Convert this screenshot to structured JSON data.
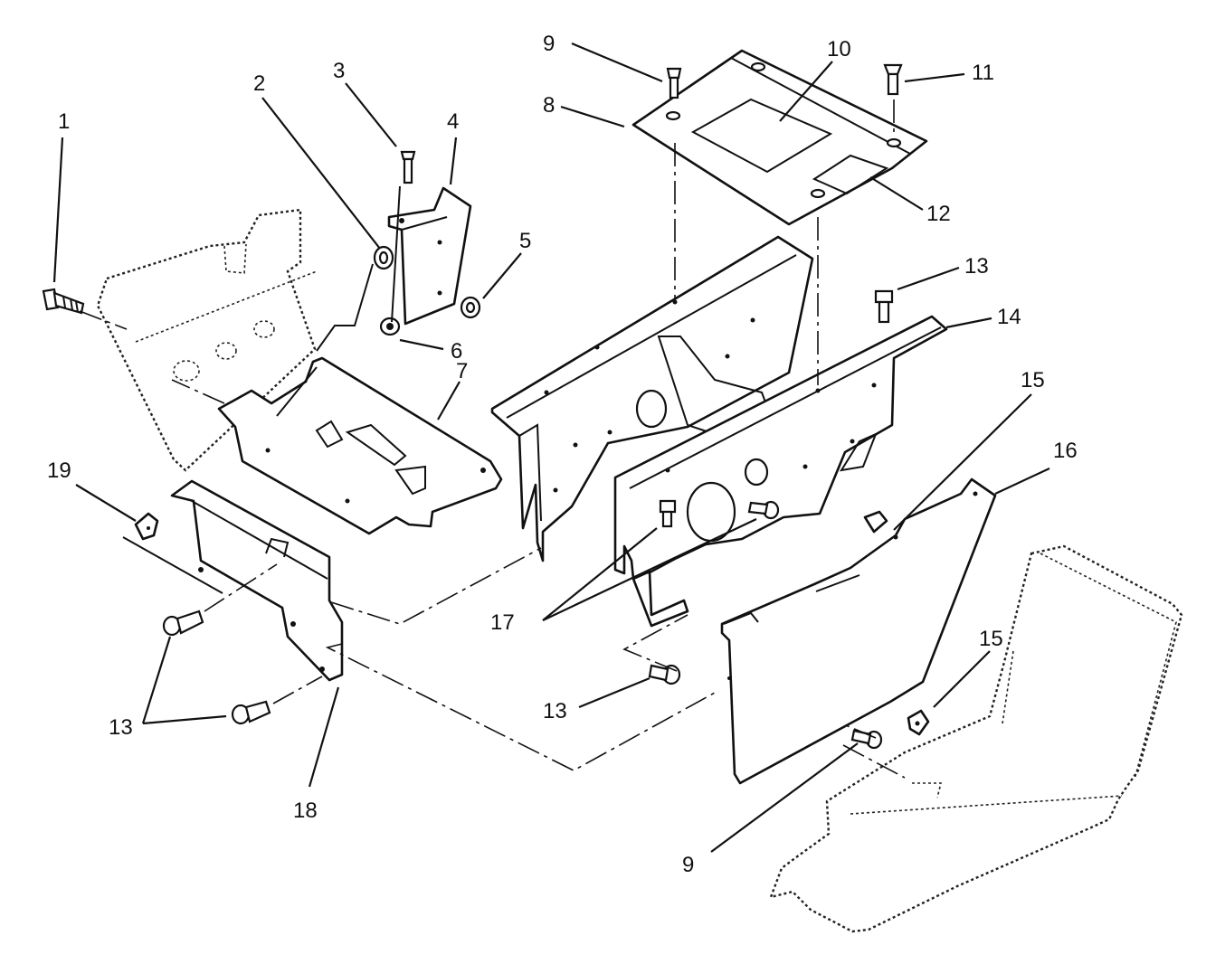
{
  "callouts": [
    {
      "id": "c1",
      "label": "1"
    },
    {
      "id": "c2",
      "label": "2"
    },
    {
      "id": "c3",
      "label": "3"
    },
    {
      "id": "c4",
      "label": "4"
    },
    {
      "id": "c5",
      "label": "5"
    },
    {
      "id": "c6",
      "label": "6"
    },
    {
      "id": "c7",
      "label": "7"
    },
    {
      "id": "c8",
      "label": "8"
    },
    {
      "id": "c9a",
      "label": "9"
    },
    {
      "id": "c9b",
      "label": "9"
    },
    {
      "id": "c10",
      "label": "10"
    },
    {
      "id": "c11",
      "label": "11"
    },
    {
      "id": "c12",
      "label": "12"
    },
    {
      "id": "c13a",
      "label": "13"
    },
    {
      "id": "c13b",
      "label": "13"
    },
    {
      "id": "c13c",
      "label": "13"
    },
    {
      "id": "c14",
      "label": "14"
    },
    {
      "id": "c15a",
      "label": "15"
    },
    {
      "id": "c15b",
      "label": "15"
    },
    {
      "id": "c16",
      "label": "16"
    },
    {
      "id": "c17",
      "label": "17"
    },
    {
      "id": "c18",
      "label": "18"
    },
    {
      "id": "c19",
      "label": "19"
    }
  ]
}
